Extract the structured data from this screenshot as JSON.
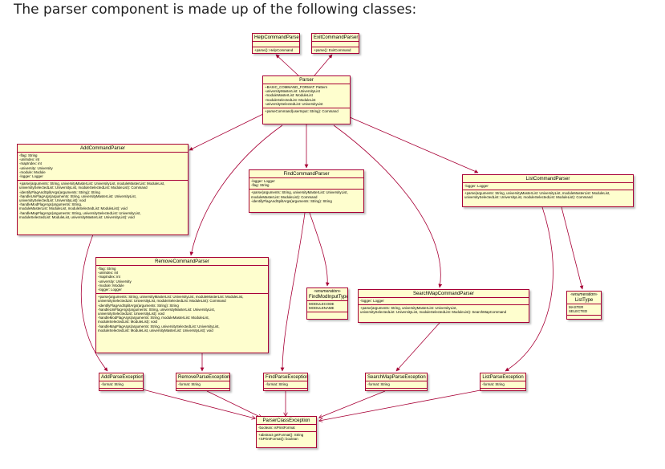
{
  "heading": "The parser component is made up of the following classes:",
  "colors": {
    "class_fill": "#fefece",
    "class_border": "#a80036",
    "edge": "#a80036"
  },
  "classes": {
    "help": {
      "name": "HelpCommandParser",
      "fields": [],
      "methods": [
        "+parse(): HelpCommand"
      ]
    },
    "exit": {
      "name": "ExitCommandParser",
      "fields": [],
      "methods": [
        "+parse(): ExitCommand"
      ]
    },
    "parser": {
      "name": "Parser",
      "fields": [
        "~BASIC_COMMAND_FORMAT: Pattern",
        "-universityMasterList: UniversityList",
        "-moduleMasterList: ModuleList",
        "-moduleSelectedList: ModuleList",
        "-universitySelectedList: UniversityList"
      ],
      "methods": [
        "+parseCommand(userInput: String): Command"
      ]
    },
    "add": {
      "name": "AddCommandParser",
      "fields": [
        "-flag: String",
        "-uniIndex: int",
        "-mapIndex: int",
        "-university: University",
        "-module: Module",
        "-logger: Logger"
      ],
      "methods": [
        "+parse(arguments: String, universityMasterList: UniversityList, moduleMasterList: ModuleList,",
        "universitySelectedList: UniversityList, moduleSelectedList: ModuleList): Command",
        "-identifyFlagAndSplitArgs(arguments: String): String",
        "-handleUniFlagArgs(arguments: String, universityMasterList: UniversityList,",
        "universitySelectedList: UniversityList): void",
        "-handleModFlagArgs(arguments: String,",
        "moduleMasterList: ModuleList, moduleSelectedList: ModuleList): void",
        "-handleMapFlagArgs(arguments: String, universitySelectedList: UniversityList,",
        "moduleSelectedList: ModuleList, universityMasterList: UniversityList): void"
      ]
    },
    "find": {
      "name": "FindCommandParser",
      "fields": [
        "-logger: Logger",
        "-flag: String"
      ],
      "methods": [
        "+parse(arguments: String, universityMasterList: UniversityList,",
        "moduleMasterList: ModuleList): Command",
        "-identifyFlagAndSplitArgs(arguments: String): String"
      ]
    },
    "list": {
      "name": "ListCommandParser",
      "fields": [
        "-logger: Logger"
      ],
      "methods": [
        "+parse(arguments: String, universityMasterList: UniversityList, moduleMasterList: ModuleList,",
        "universitySelectedList: UniversityList, moduleSelectedList: ModuleList): Command"
      ]
    },
    "remove": {
      "name": "RemoveCommandParser",
      "fields": [
        "-flag: String",
        "-uniIndex: int",
        "-mapIndex: int",
        "-university: University",
        "-module: Module",
        "-logger: Logger"
      ],
      "methods": [
        "+parse(arguments: String, universityMasterList: UniversityList, moduleMasterList: ModuleList,",
        "universitySelectedList: UniversityList, moduleSelectedList: ModuleList): Command",
        "-identifyFlagAndSplitArgs(arguments: String): String",
        "-handleUniFlagArgs(arguments: String, universityMasterList: UniversityList,",
        "universitySelectedList: UniversityList): void",
        "-handleModFlagArgs(arguments: String, moduleMasterList: ModuleList,",
        "moduleSelectedList: ModuleList): void",
        "-handleMapFlagArgs(arguments: String, universitySelectedList: UniversityList,",
        "moduleSelectedList: ModuleList, universityMasterList: UniversityList): void"
      ]
    },
    "findmod": {
      "stereotype": "«enumeration»",
      "name": "FindModInputType",
      "fields": [
        "MODULECODE",
        "MODULENAME"
      ],
      "methods": []
    },
    "searchmap": {
      "name": "SearchMapCommandParser",
      "fields": [
        "-logger: Logger"
      ],
      "methods": [
        "+parse(arguments: String, universityMasterList: UniversityList,",
        "universitySelectedList: UniversityList, moduleSelectedList: ModuleList): SearchMapCommand"
      ]
    },
    "listtype": {
      "stereotype": "«enumeration»",
      "name": "ListType",
      "fields": [
        "MASTER",
        "SELECTED"
      ],
      "methods": []
    },
    "addex": {
      "name": "AddParseException",
      "fields": [
        "-format: String"
      ],
      "methods": []
    },
    "removeex": {
      "name": "RemoveParseException",
      "fields": [
        "-format: String"
      ],
      "methods": []
    },
    "findex": {
      "name": "FindParseException",
      "fields": [
        "-format: String"
      ],
      "methods": []
    },
    "searchex": {
      "name": "SearchMapParseException",
      "fields": [
        "-format: String"
      ],
      "methods": []
    },
    "listex": {
      "name": "ListParseException",
      "fields": [
        "-format: String"
      ],
      "methods": []
    },
    "base": {
      "name": "ParserClassException",
      "fields": [
        "-boolean: isPrintFormat"
      ],
      "methods": [
        "+abstract getFormat(): String",
        "+isPrintFormat(): boolean"
      ]
    }
  }
}
